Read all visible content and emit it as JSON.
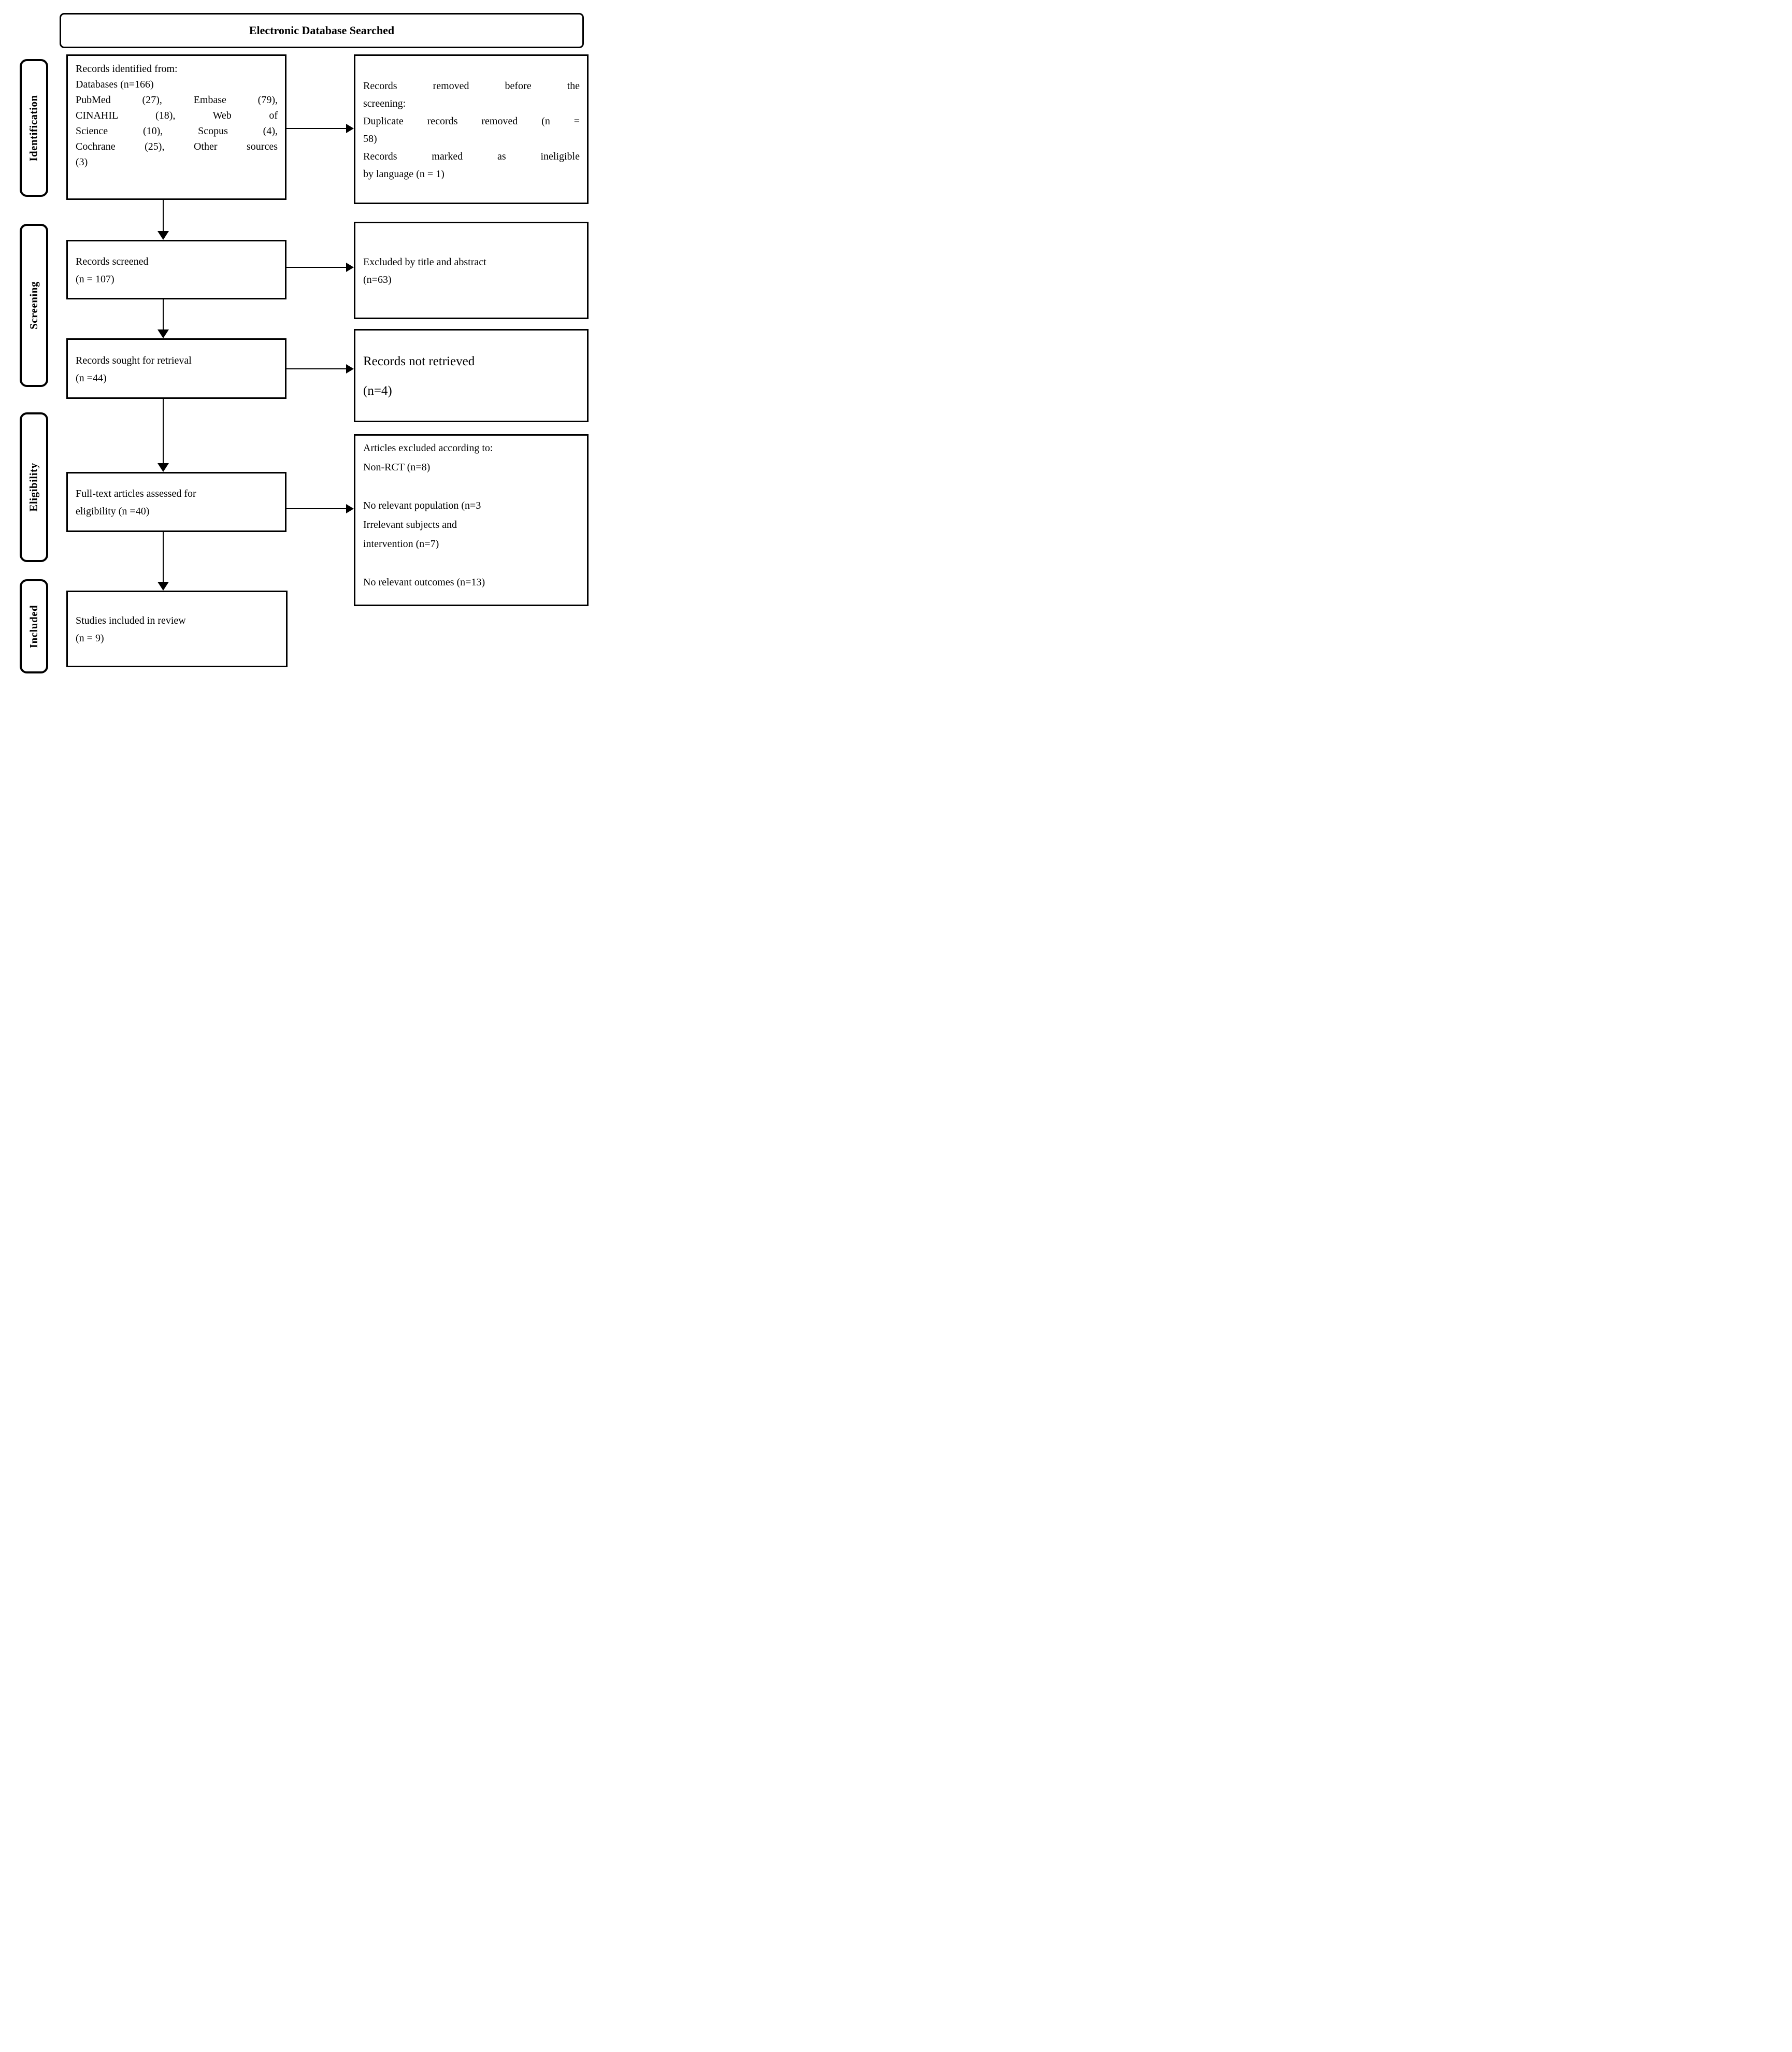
{
  "title": "Electronic Database Searched",
  "stage_labels": {
    "identification": "Identification",
    "screening": "Screening",
    "eligibility": "Eligibility",
    "included": "Included"
  },
  "boxes": {
    "records_identified": {
      "lines": [
        "Records identified from:",
        "Databases (n=166)",
        "PubMed (27), Embase (79),",
        "CINAHIL (18), Web of",
        "Science (10), Scopus (4),",
        "Cochrane (25), Other sources",
        "(3)"
      ]
    },
    "records_removed": {
      "lines": [
        "Records removed before the",
        "screening:",
        "Duplicate records removed (n =",
        "58)",
        "Records marked as ineligible",
        "by language (n = 1)"
      ]
    },
    "records_screened": {
      "lines": [
        "Records screened",
        "(n = 107)"
      ]
    },
    "excluded_title_abstract": {
      "lines": [
        "Excluded by title and abstract",
        "(n=63)"
      ]
    },
    "records_sought": {
      "lines": [
        "Records sought for retrieval",
        "(n =44)"
      ]
    },
    "records_not_retrieved": {
      "lines": [
        "Records not retrieved",
        "(n=4)"
      ]
    },
    "fulltext_assessed": {
      "lines": [
        "Full-text articles assessed for",
        "eligibility (n =40)"
      ]
    },
    "articles_excluded": {
      "lines": [
        "Articles excluded according to:",
        "Non-RCT (n=8)",
        "",
        "No relevant population (n=3",
        "Irrelevant subjects and",
        "intervention (n=7)",
        "",
        "No relevant outcomes (n=13)"
      ]
    },
    "studies_included": {
      "lines": [
        "Studies included in review",
        "(n = 9)"
      ]
    }
  },
  "colors": {
    "border": "#000000",
    "background": "#ffffff",
    "text": "#000000"
  }
}
